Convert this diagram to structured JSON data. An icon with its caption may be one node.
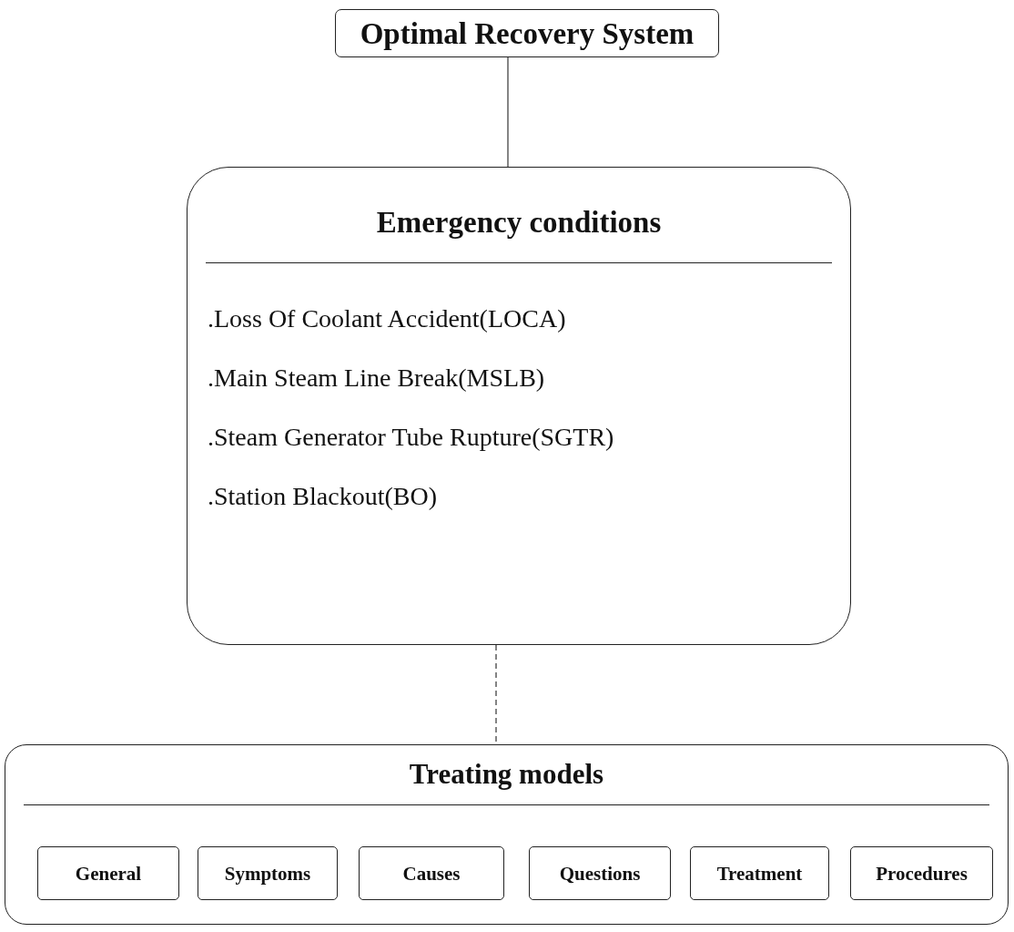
{
  "diagram": {
    "nodes": [
      {
        "text": [
          "Optimal Recovery System"
        ]
      },
      {
        "text": [
          "Emergency conditions",
          ".Loss Of Coolant Accident(LOCA)",
          ".Main Steam Line Break(MSLB)",
          ".Steam Generator Tube Rupture(SGTR)",
          ".Station Blackout(BO)"
        ]
      },
      {
        "text": [
          "Treating models"
        ]
      },
      {
        "text": [
          "General"
        ],
        "in": 2
      },
      {
        "text": [
          "Symptoms"
        ],
        "in": 2
      },
      {
        "text": [
          "Causes"
        ],
        "in": 2
      },
      {
        "text": [
          "Questions"
        ],
        "in": 2
      },
      {
        "text": [
          "Treatment"
        ],
        "in": 2
      },
      {
        "text": [
          "Procedures"
        ],
        "in": 2
      }
    ],
    "edges": [
      {
        "from": 0,
        "to": 1,
        "arrow": "none"
      },
      {
        "from": 1,
        "to": 2,
        "arrow": "none",
        "style": "dashed"
      }
    ]
  }
}
